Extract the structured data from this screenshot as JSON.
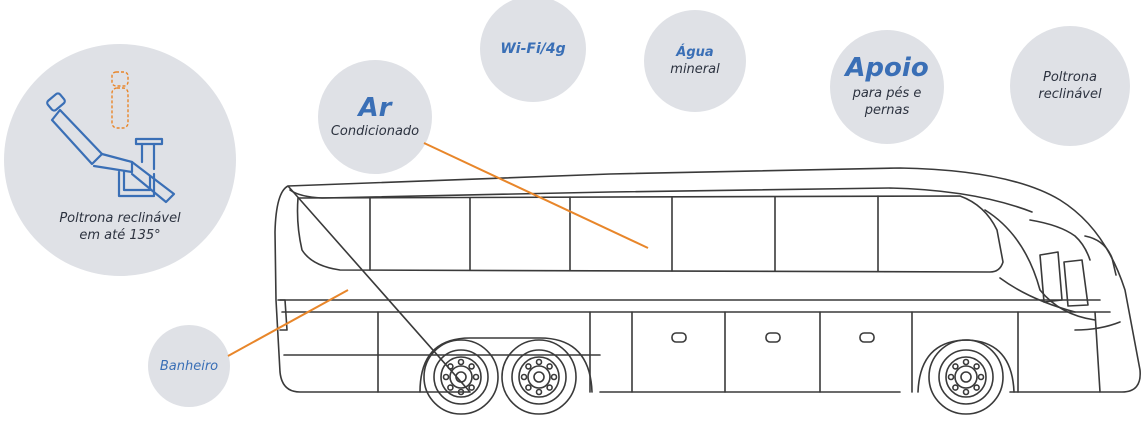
{
  "features": {
    "recliner_135": {
      "line1": "Poltrona reclinável",
      "line2": "em até 135°",
      "icon": "reclining-seat-icon"
    },
    "air": {
      "title": "Ar",
      "subtitle": "Condicionado"
    },
    "wifi": {
      "label": "Wi-Fi/4g"
    },
    "water": {
      "title": "Água",
      "subtitle": "mineral"
    },
    "support": {
      "title": "Apoio",
      "line1": "para pés e",
      "line2": "pernas"
    },
    "recliner": {
      "line1": "Poltrona",
      "line2": "reclinável"
    },
    "bathroom": {
      "label": "Banheiro"
    }
  },
  "colors": {
    "bubble": "#dfe1e6",
    "accent": "#3a6fb6",
    "leader_line": "#e8862a",
    "bus_outline": "#3a3a3a"
  }
}
